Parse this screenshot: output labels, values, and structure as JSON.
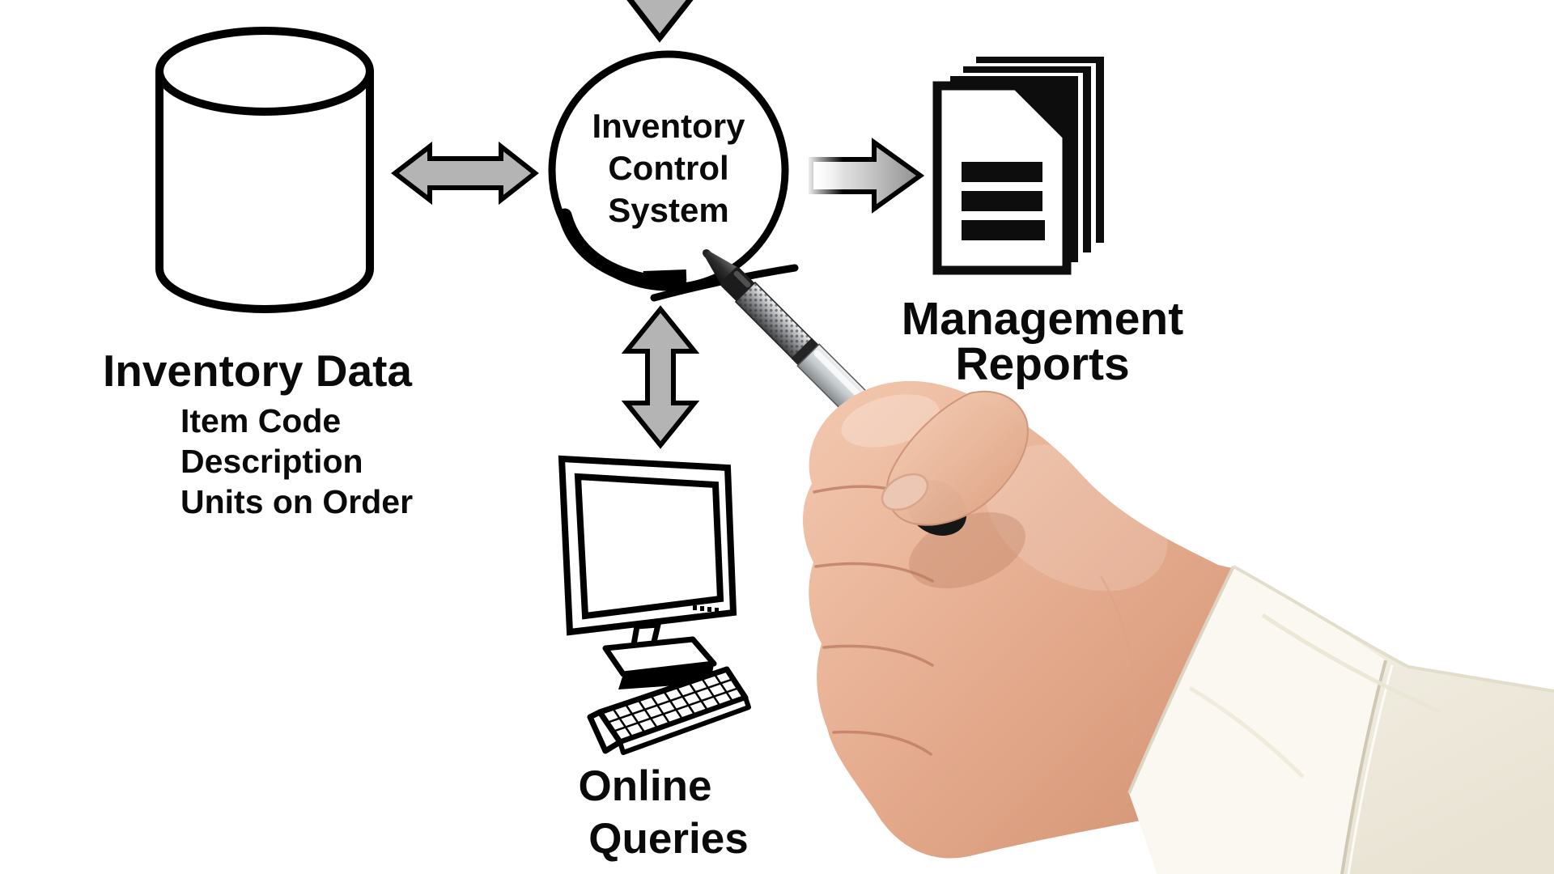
{
  "title": "Inventory Control System diagram",
  "diagram": {
    "database": {
      "title": "Inventory Data",
      "fields": [
        "Item Code",
        "Description",
        "Units on Order"
      ]
    },
    "hub": {
      "lines": [
        "Inventory",
        "Control",
        "System"
      ]
    },
    "reports": {
      "lines": [
        "Management",
        "Reports"
      ]
    },
    "queries": {
      "lines": [
        "Online",
        "Queries"
      ]
    },
    "colors": {
      "arrow_fill": "#b4b4b4",
      "ink": "#000000",
      "background": "#ffffff"
    }
  }
}
